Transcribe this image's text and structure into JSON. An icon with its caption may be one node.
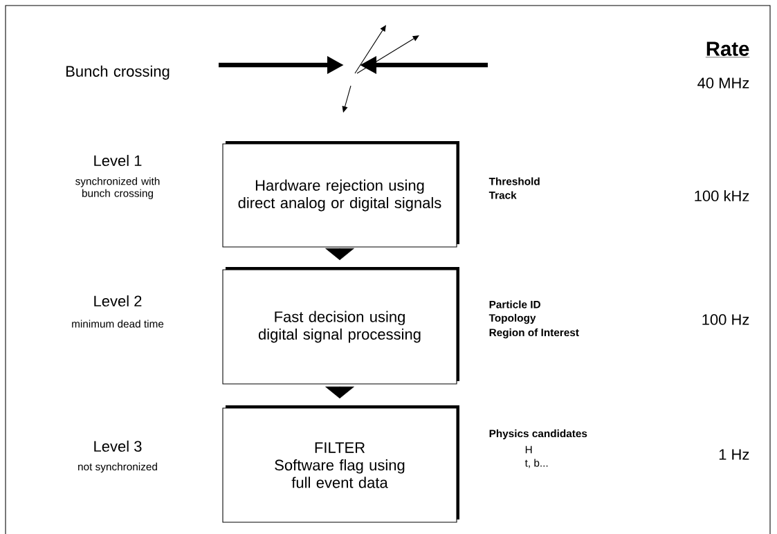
{
  "diagram": {
    "nodes": [
      {
        "text": [
          "Hardware rejection using direct analog or digital signals"
        ]
      },
      {
        "text": [
          "Fast decision using digital signal processing"
        ]
      },
      {
        "text": [
          "FILTER",
          "Software flag using full event data"
        ]
      }
    ],
    "edges": [
      {
        "from": 0,
        "to": 1,
        "arrow": "to"
      },
      {
        "from": 1,
        "to": 2,
        "arrow": "to"
      }
    ],
    "labels": [
      "Bunch crossing",
      "Rate",
      "40 MHz",
      "Level 1",
      "synchronized with bunch crossing",
      "Threshold",
      "Track",
      "100 kHz",
      "Level 2",
      "minimum dead time",
      "Particle ID",
      "Topology",
      "Region of Interest",
      "100 Hz",
      "Level 3",
      "not synchronized",
      "Physics candidates",
      "H",
      "t, b...",
      "1 Hz"
    ]
  }
}
